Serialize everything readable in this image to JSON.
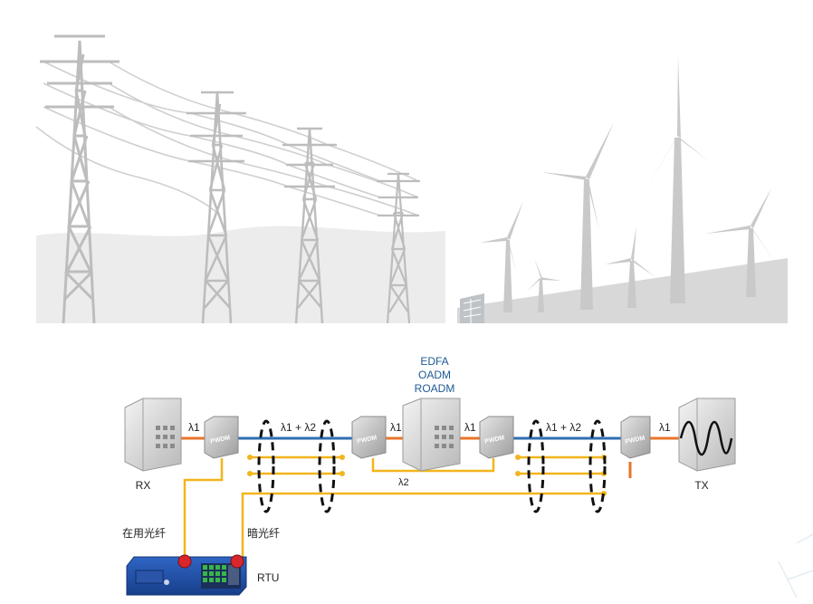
{
  "diagram": {
    "labels": {
      "rx": "RX",
      "tx": "TX",
      "rtu": "RTU",
      "in_use_fiber": "在用光纤",
      "dark_fiber": "暗光纤",
      "lambda1_a": "λ1",
      "lambda1_b": "λ1",
      "lambda1_c": "λ1",
      "lambda1_d": "λ1",
      "lambda12_left": "λ1 + λ2",
      "lambda12_right": "λ1 + λ2",
      "lambda2": "λ2",
      "amp_line1": "EDFA",
      "amp_line2": "OADM",
      "amp_line3": "ROADM",
      "pwdm": "PWDM"
    },
    "colors": {
      "blue_fiber": "#2f6fb3",
      "orange_fiber": "#e8742a",
      "yellow_fiber": "#f2b51c",
      "label_blue": "#1f5a96",
      "scenery_gray": "#c8c8c8",
      "rtu_blue": "#1e4fa8",
      "rtu_red": "#d9262b"
    },
    "icons": [
      "pylon-icon",
      "wind-turbine-icon",
      "solar-panel-icon",
      "server-chassis-icon",
      "pwdm-box-icon",
      "rtu-device-icon",
      "cable-bundle-icon"
    ]
  }
}
